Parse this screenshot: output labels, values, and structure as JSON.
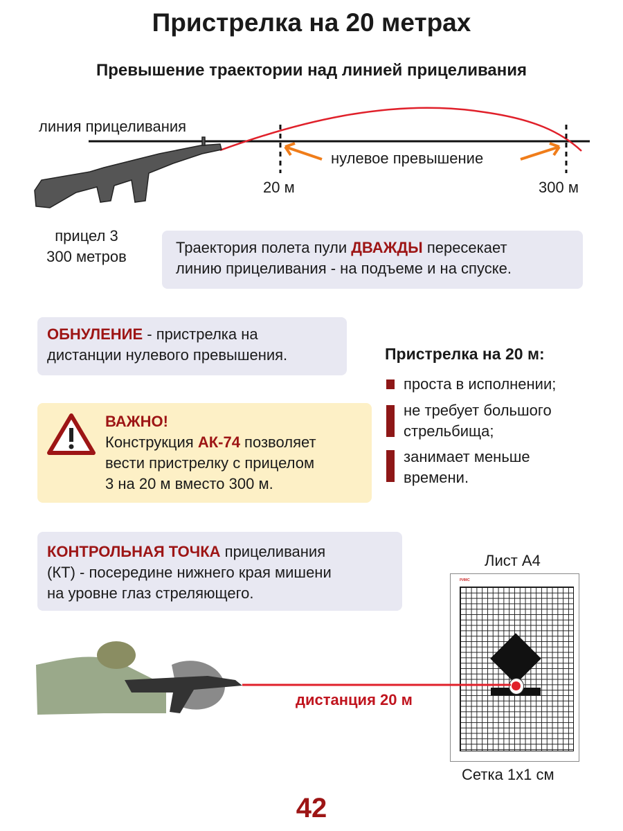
{
  "title": "Пристрелка на 20 метрах",
  "subtitle": "Превышение траектории над линией прицеливания",
  "diagram": {
    "sight_line_label": "линия прицеливания",
    "zero_label": "нулевое превышение",
    "mark_near": "20 м",
    "mark_far": "300 м",
    "sight_setting_line1": "прицел 3",
    "sight_setting_line2": "300 метров"
  },
  "trajectory_note": {
    "pre": "Траектория полета пули ",
    "emph": "ДВАЖДЫ",
    "post": " пересекает",
    "line2": "линию прицеливания - на подъеме и на спуске."
  },
  "zeroing": {
    "emph": "ОБНУЛЕНИЕ",
    "post": " - пристрелка на",
    "line2": "дистанции нулевого превышения."
  },
  "warning": {
    "heading": "ВАЖНО!",
    "pre": "Конструкция ",
    "emph": "АК-74",
    "post": " позволяет",
    "line2": "вести пристрелку с прицелом",
    "line3": "3 на 20 м вместо 300 м."
  },
  "advantages": {
    "heading": "Пристрелка на 20 м:",
    "items": [
      {
        "line1": "проста в исполнении;",
        "line2": ""
      },
      {
        "line1": "не требует большого",
        "line2": "стрельбища;"
      },
      {
        "line1": "занимает меньше",
        "line2": "времени."
      }
    ]
  },
  "control_point": {
    "emph": "КОНТРОЛЬНАЯ ТОЧКА",
    "post": " прицеливания",
    "line2": "(КТ) - посередине нижнего края мишени",
    "line3": "на уровне глаз стреляющего."
  },
  "target": {
    "sheet_label": "Лист А4",
    "grid_label": "Сетка 1х1 см",
    "logo": "РИМС"
  },
  "distance_label": "дистанция 20 м",
  "page_number": "42",
  "colors": {
    "accent_red": "#9d1515",
    "trajectory": "#e0202a",
    "arrow": "#f07d1a",
    "box": "#e8e8f2",
    "warning_box": "#fdf0c6"
  }
}
